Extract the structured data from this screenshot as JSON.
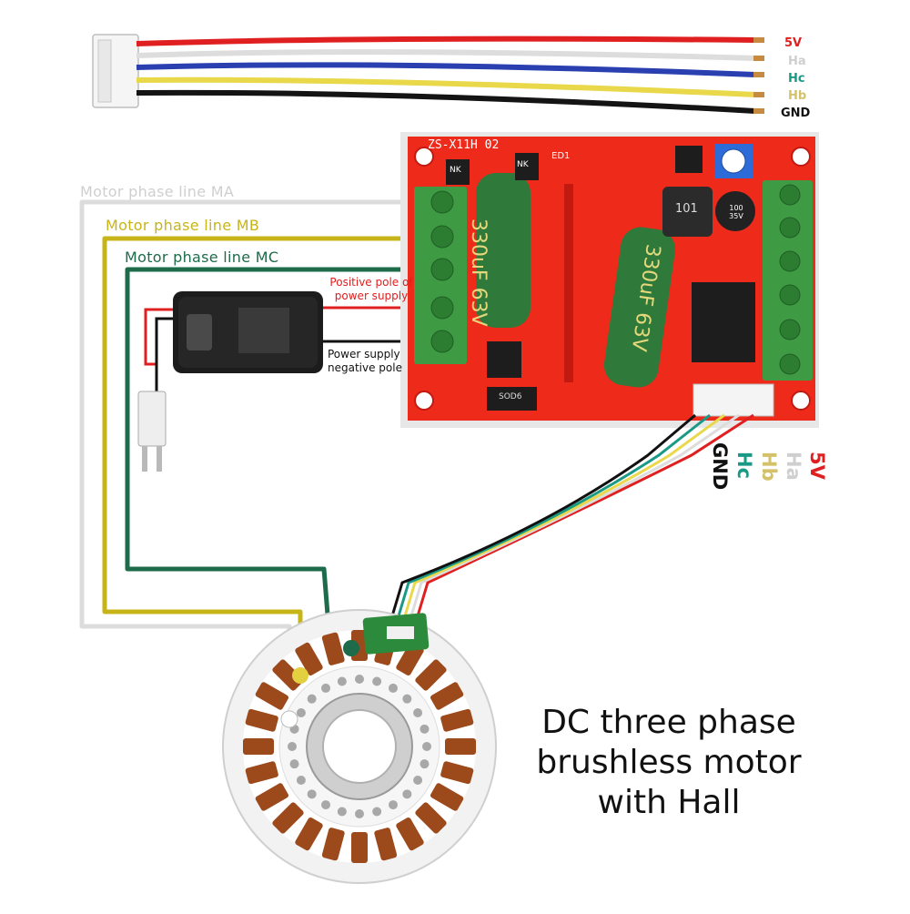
{
  "cable_legend": [
    {
      "label": "5V",
      "color": "#e02020"
    },
    {
      "label": "Ha",
      "color": "#cfcfcf"
    },
    {
      "label": "Hc",
      "color": "#1a9a86"
    },
    {
      "label": "Hb",
      "color": "#d4c26a"
    },
    {
      "label": "GND",
      "color": "#111111"
    }
  ],
  "board_legend": [
    {
      "label": "5V",
      "color": "#e02020"
    },
    {
      "label": "Ha",
      "color": "#cfcfcf"
    },
    {
      "label": "Hb",
      "color": "#d4c26a"
    },
    {
      "label": "Hc",
      "color": "#1a9a86"
    },
    {
      "label": "GND",
      "color": "#111111"
    }
  ],
  "phase_lines": {
    "ma": {
      "label": "Motor phase line MA",
      "color": "#cfcfcf"
    },
    "mb": {
      "label": "Motor phase line MB",
      "color": "#c7b418"
    },
    "mc": {
      "label": "Motor phase line MC",
      "color": "#1d6b4a"
    }
  },
  "power": {
    "positive": "Positive pole of power supply",
    "negative": "Power supply negative pole"
  },
  "board": {
    "model": "ZS-X11H",
    "version": "02",
    "cap_label": "330uF",
    "cap_voltage": "63V",
    "inductor": "101",
    "small_cap": "100 35V",
    "diode": "SOD6",
    "red_cap_marks": [
      "NK",
      "NK"
    ],
    "edi": "ED1"
  },
  "caption": {
    "line1": "DC three phase",
    "line2": "brushless motor",
    "line3": "with Hall"
  },
  "colors": {
    "board_red": "#ee2a1b",
    "terminal_green": "#3f9a44",
    "capacitor_green": "#2f7a3a",
    "adapter_black": "#1c1c1c",
    "copper": "#9c4a1c"
  }
}
